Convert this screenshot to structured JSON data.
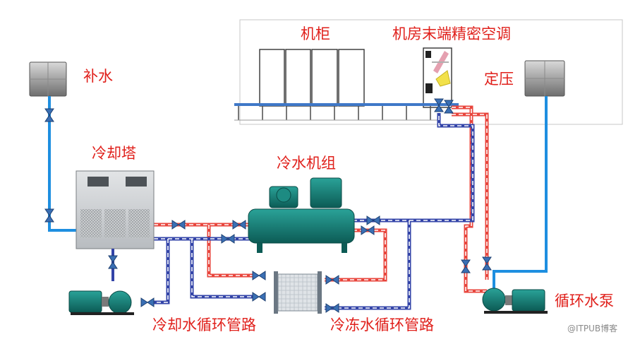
{
  "labels": {
    "cabinet": "机柜",
    "precision_ac": "机房末端精密空调",
    "makeup_water": "补水",
    "constant_pressure": "定压",
    "cooling_tower": "冷却塔",
    "chiller": "冷水机组",
    "cooling_water_loop": "冷却水循环管路",
    "chilled_water_loop": "冷冻水循环管路",
    "circulation_pump": "循环水泵"
  },
  "watermark": "@ITPUB博客",
  "colors": {
    "label_red": "#e0201b",
    "hot_pipe": "#e8453c",
    "cold_pipe": "#3344a8",
    "makeup_pipe": "#1e8fe0",
    "equipment_teal": "#13766e",
    "valve_blue": "#3a6fb4"
  },
  "icons": [
    "water-tank-icon",
    "cooling-tower-icon",
    "chiller-icon",
    "heat-exchanger-icon",
    "pump-icon",
    "valve-icon",
    "server-cabinet-icon",
    "air-conditioner-icon"
  ]
}
